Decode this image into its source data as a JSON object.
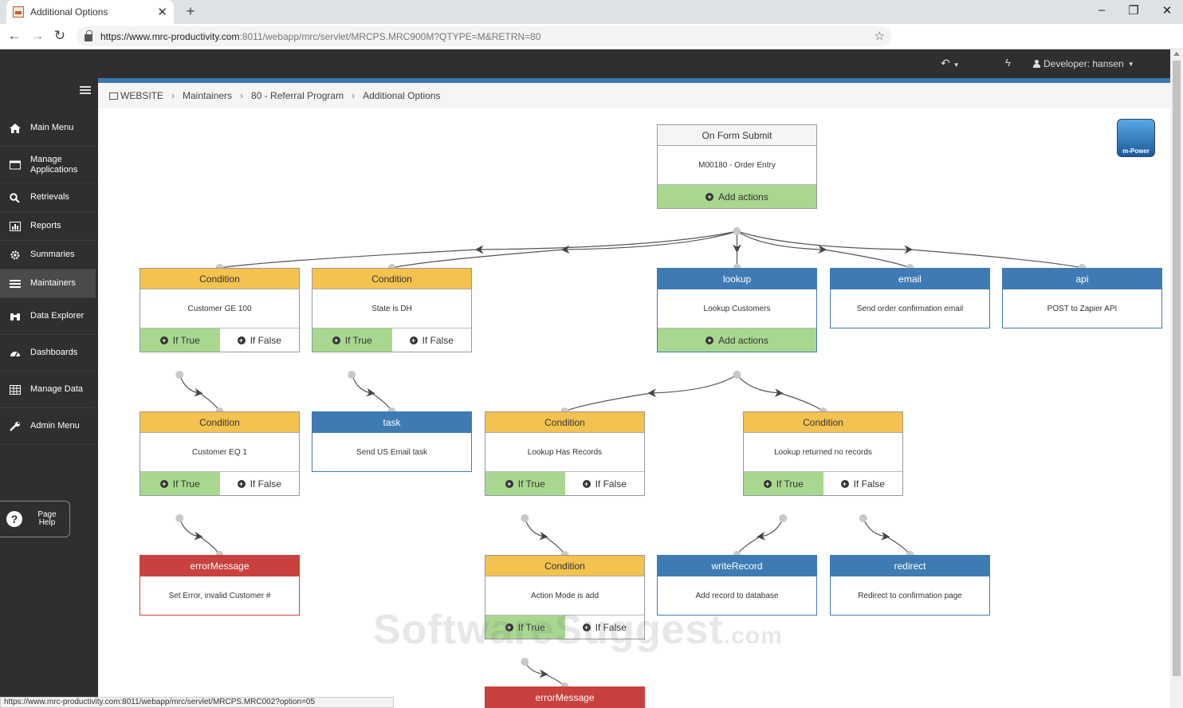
{
  "browser": {
    "tab_title": "Additional Options",
    "url_host": "https://www.mrc-productivity.com",
    "url_path": ":8011/webapp/mrc/servlet/MRCPS.MRC900M?QTYPE=M&RETRN=80",
    "status_url": "https://www.mrc-productivity.com:8011/webapp/mrc/servlet/MRCPS.MRC002?option=05"
  },
  "topbar": {
    "user_label": "Developer: hansen"
  },
  "sidebar": {
    "items": [
      {
        "label": "Main Menu",
        "icon": "home-icon"
      },
      {
        "label": "Manage Applications",
        "icon": "window-icon"
      },
      {
        "label": "Retrievals",
        "icon": "search-icon"
      },
      {
        "label": "Reports",
        "icon": "chart-icon"
      },
      {
        "label": "Summaries",
        "icon": "gear-icon"
      },
      {
        "label": "Maintainers",
        "icon": "list-icon"
      },
      {
        "label": "Data Explorer",
        "icon": "binoculars-icon"
      },
      {
        "label": "Dashboards",
        "icon": "dashboard-icon"
      },
      {
        "label": "Manage Data",
        "icon": "table-icon"
      },
      {
        "label": "Admin Menu",
        "icon": "wrench-icon"
      }
    ],
    "page_help": "Page Help"
  },
  "breadcrumb": [
    "WEBSITE",
    "Maintainers",
    "80 - Referral Program",
    "Additional Options"
  ],
  "labels": {
    "if_true": "If True",
    "if_false": "If False",
    "add_actions": "Add actions"
  },
  "logo_text": "m-Power",
  "watermark": {
    "main": "SoftwareSuggest",
    "suffix": ".com"
  },
  "colors": {
    "condition": "#f3c24f",
    "action": "#3e7bb4",
    "error": "#c9413e",
    "true_branch": "#a8d88f"
  },
  "nodes": [
    {
      "id": "start",
      "kind": "start",
      "head": "On Form Submit",
      "body": "M00180 - Order Entry",
      "foot": "actions"
    },
    {
      "id": "c1",
      "kind": "cond",
      "head": "Condition",
      "body": "Customer GE 100",
      "foot": "tf"
    },
    {
      "id": "c2",
      "kind": "cond",
      "head": "Condition",
      "body": "State is DH",
      "foot": "tf"
    },
    {
      "id": "lookup",
      "kind": "act",
      "head": "lookup",
      "body": "Lookup Customers",
      "foot": "actions"
    },
    {
      "id": "email",
      "kind": "act",
      "head": "email",
      "body": "Send order confirmation email",
      "foot": "none"
    },
    {
      "id": "api",
      "kind": "act",
      "head": "api",
      "body": "POST to Zapier API",
      "foot": "none"
    },
    {
      "id": "c3",
      "kind": "cond",
      "head": "Condition",
      "body": "Customer EQ 1",
      "foot": "tf"
    },
    {
      "id": "task",
      "kind": "act",
      "head": "task",
      "body": "Send US Email task",
      "foot": "none"
    },
    {
      "id": "c4",
      "kind": "cond",
      "head": "Condition",
      "body": "Lookup Has Records",
      "foot": "tf"
    },
    {
      "id": "c5",
      "kind": "cond",
      "head": "Condition",
      "body": "Lookup returned no records",
      "foot": "tf"
    },
    {
      "id": "err1",
      "kind": "err",
      "head": "errorMessage",
      "body": "Set Error, invalid Customer #",
      "foot": "none"
    },
    {
      "id": "c6",
      "kind": "cond",
      "head": "Condition",
      "body": "Action Mode is add",
      "foot": "tf"
    },
    {
      "id": "write",
      "kind": "act",
      "head": "writeRecord",
      "body": "Add record to database",
      "foot": "none"
    },
    {
      "id": "redirect",
      "kind": "act",
      "head": "redirect",
      "body": "Redirect to confirmation page",
      "foot": "none"
    },
    {
      "id": "err2",
      "kind": "err",
      "head": "errorMessage",
      "body": "",
      "foot": "none"
    }
  ],
  "edges": [
    {
      "from": "start",
      "port": "bottom",
      "to": "c1"
    },
    {
      "from": "start",
      "port": "bottom",
      "to": "c2"
    },
    {
      "from": "start",
      "port": "bottom",
      "to": "lookup"
    },
    {
      "from": "start",
      "port": "bottom",
      "to": "email"
    },
    {
      "from": "start",
      "port": "bottom",
      "to": "api"
    },
    {
      "from": "c1",
      "port": "true",
      "to": "c3"
    },
    {
      "from": "c2",
      "port": "true",
      "to": "task"
    },
    {
      "from": "lookup",
      "port": "bottom",
      "to": "c4"
    },
    {
      "from": "lookup",
      "port": "bottom",
      "to": "c5"
    },
    {
      "from": "c3",
      "port": "true",
      "to": "err1"
    },
    {
      "from": "c4",
      "port": "true",
      "to": "c6"
    },
    {
      "from": "c5",
      "port": "true",
      "to": "write"
    },
    {
      "from": "c5",
      "port": "false",
      "to": "redirect"
    },
    {
      "from": "c6",
      "port": "true",
      "to": "err2"
    }
  ]
}
